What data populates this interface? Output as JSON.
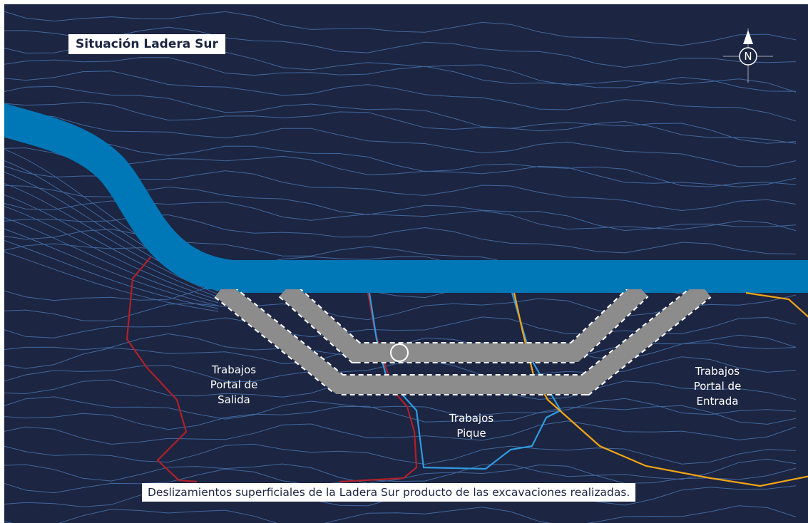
{
  "map": {
    "title": "Situación Ladera Sur",
    "caption": "Deslizamientos superficiales de la Ladera Sur producto de las excavaciones realizadas.",
    "labels": {
      "portal_salida": [
        "Trabajos",
        "Portal de",
        "Salida"
      ],
      "pique": [
        "Trabajos",
        "Pique"
      ],
      "portal_entrada": [
        "Trabajos",
        "Portal de",
        "Entrada"
      ]
    },
    "north_arrow": {
      "icon": "north-arrow-icon",
      "letter": "N"
    },
    "colors": {
      "background": "#1c2541",
      "contours": "#4a79b8",
      "river": "#0077b6",
      "tunnel": "#8c8c8c",
      "tunnel_outline": "#ffffff",
      "boundary_red": "#b0202a",
      "boundary_blue": "#2f9be0",
      "boundary_orange": "#f2a516"
    }
  }
}
